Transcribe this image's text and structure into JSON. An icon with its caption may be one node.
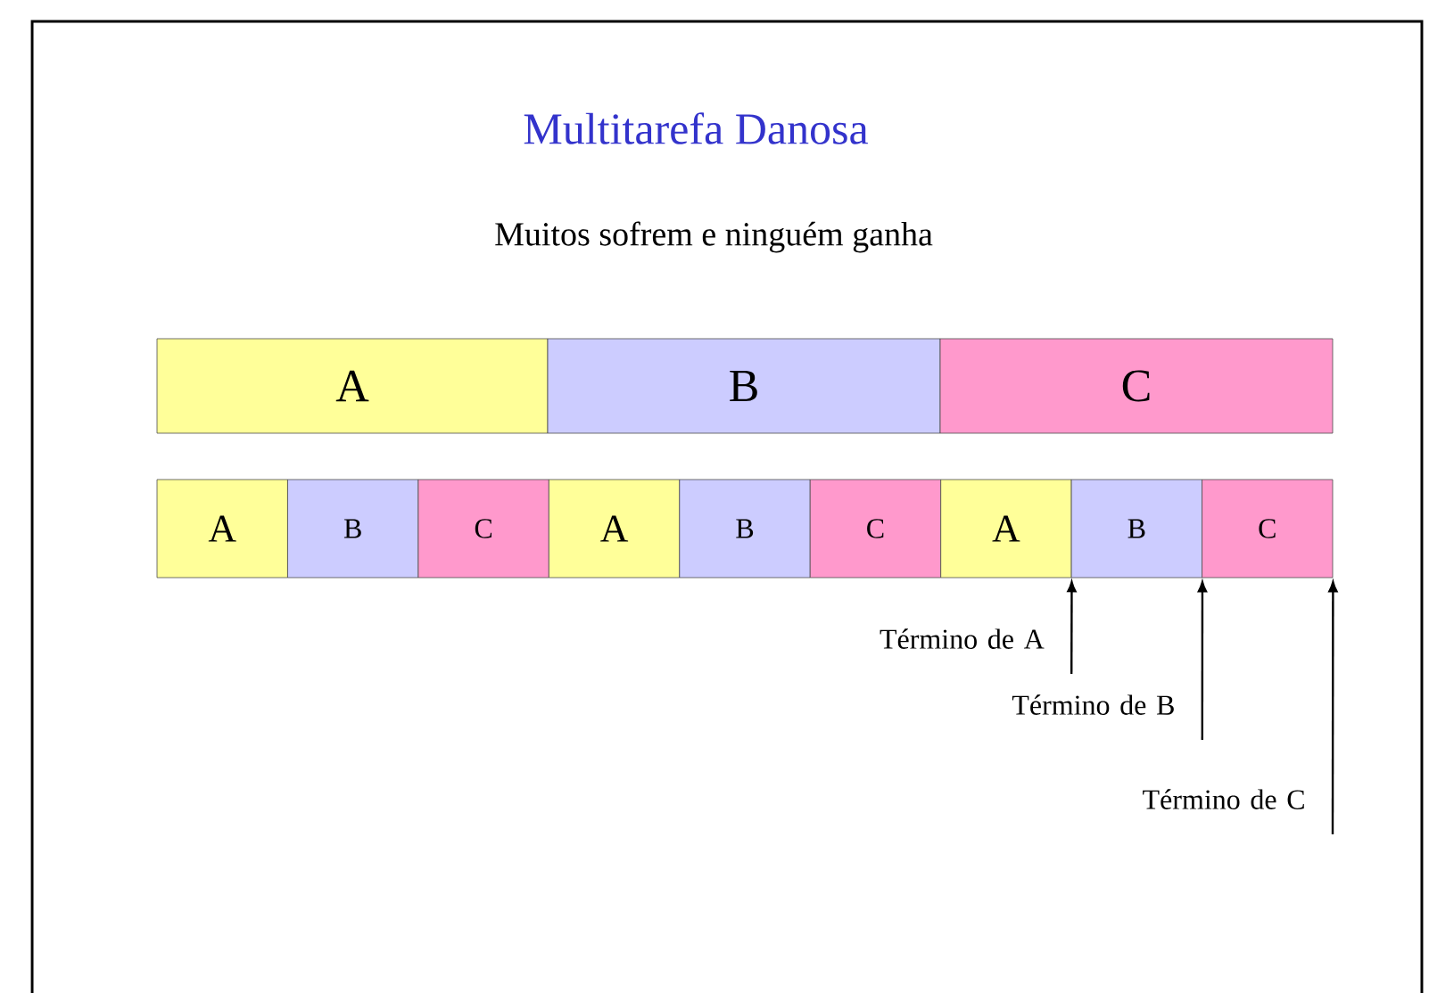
{
  "diagram": {
    "title": "Multitarefa Danosa",
    "caption": "Muitos sofrem e ninguém ganha",
    "nodes": [
      {
        "text": [
          "A"
        ]
      },
      {
        "text": [
          "B"
        ]
      },
      {
        "text": [
          "C"
        ]
      },
      {
        "text": [
          "A"
        ]
      },
      {
        "text": [
          "B"
        ]
      },
      {
        "text": [
          "C"
        ]
      },
      {
        "text": [
          "A"
        ]
      },
      {
        "text": [
          "B"
        ]
      },
      {
        "text": [
          "C"
        ]
      },
      {
        "text": [
          "A"
        ]
      },
      {
        "text": [
          "B"
        ]
      },
      {
        "text": [
          "C"
        ]
      },
      {
        "text": [
          "Término de A"
        ]
      },
      {
        "text": [
          "Término de B"
        ]
      },
      {
        "text": [
          "Término de C"
        ]
      }
    ],
    "edges": [
      {
        "from": 12,
        "to": 9,
        "arrow": "to"
      },
      {
        "from": 13,
        "to": 10,
        "arrow": "to"
      },
      {
        "from": 14,
        "to": 11,
        "arrow": "to"
      }
    ]
  }
}
